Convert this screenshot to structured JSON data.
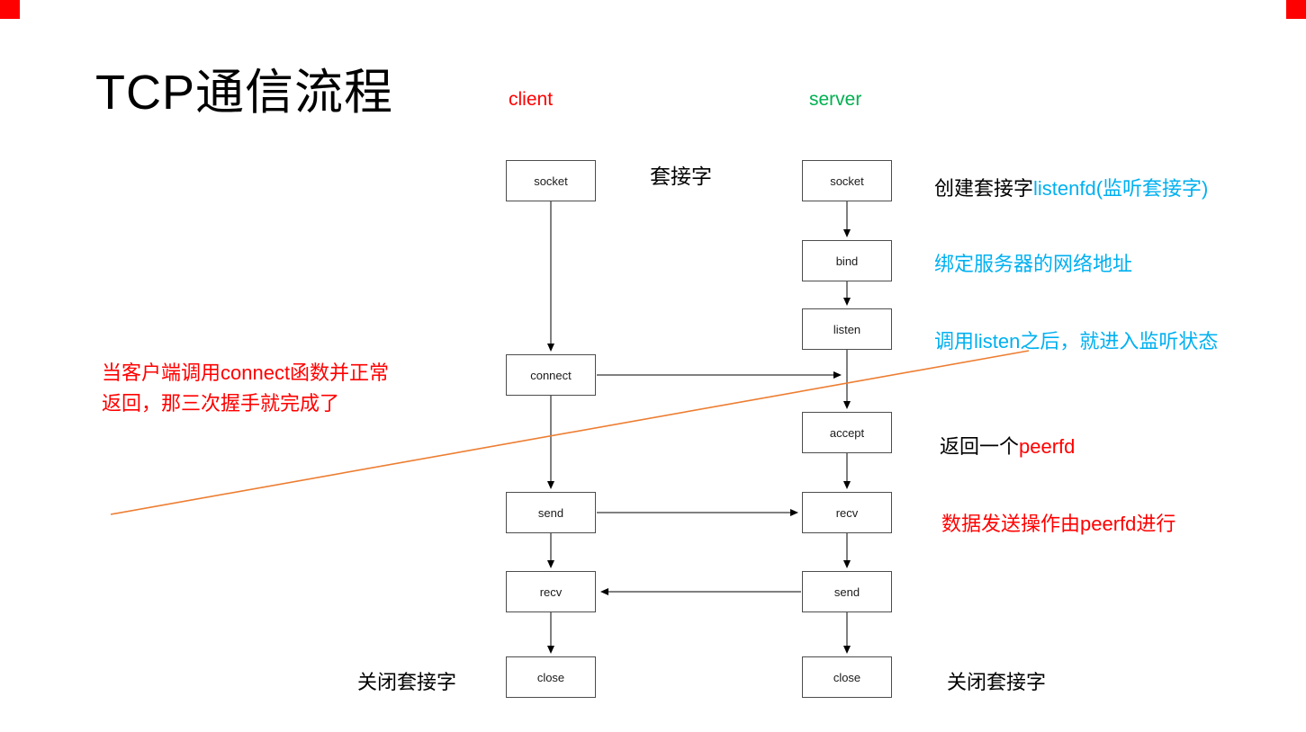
{
  "title": "TCP通信流程",
  "lanes": {
    "client": "client",
    "server": "server"
  },
  "nodes": {
    "client": {
      "socket": "socket",
      "connect": "connect",
      "send": "send",
      "recv": "recv",
      "close": "close"
    },
    "server": {
      "socket": "socket",
      "bind": "bind",
      "listen": "listen",
      "accept": "accept",
      "recv": "recv",
      "send": "send",
      "close": "close"
    }
  },
  "annotations": {
    "socket_label": "套接字",
    "create_socket_black": "创建套接字",
    "create_socket_blue": "listenfd(监听套接字)",
    "bind_note": "绑定服务器的网络地址",
    "listen_note": "调用listen之后，就进入监听状态",
    "accept_black": "返回一个",
    "accept_red": "peerfd",
    "send_note": "数据发送操作由peerfd进行",
    "connect_note_line1": "当客户端调用connect函数并正常",
    "connect_note_line2": "返回，那三次握手就完成了",
    "close_client_note": "关闭套接字",
    "close_server_note": "关闭套接字"
  },
  "colors": {
    "client_label": "#ff0000",
    "server_label": "#00b050",
    "blue_note": "#00b0f0",
    "red_note": "#ff0000",
    "orange_line": "#ed7d31",
    "corner_marker": "#ff0000",
    "box_border": "#4d4d4d"
  }
}
